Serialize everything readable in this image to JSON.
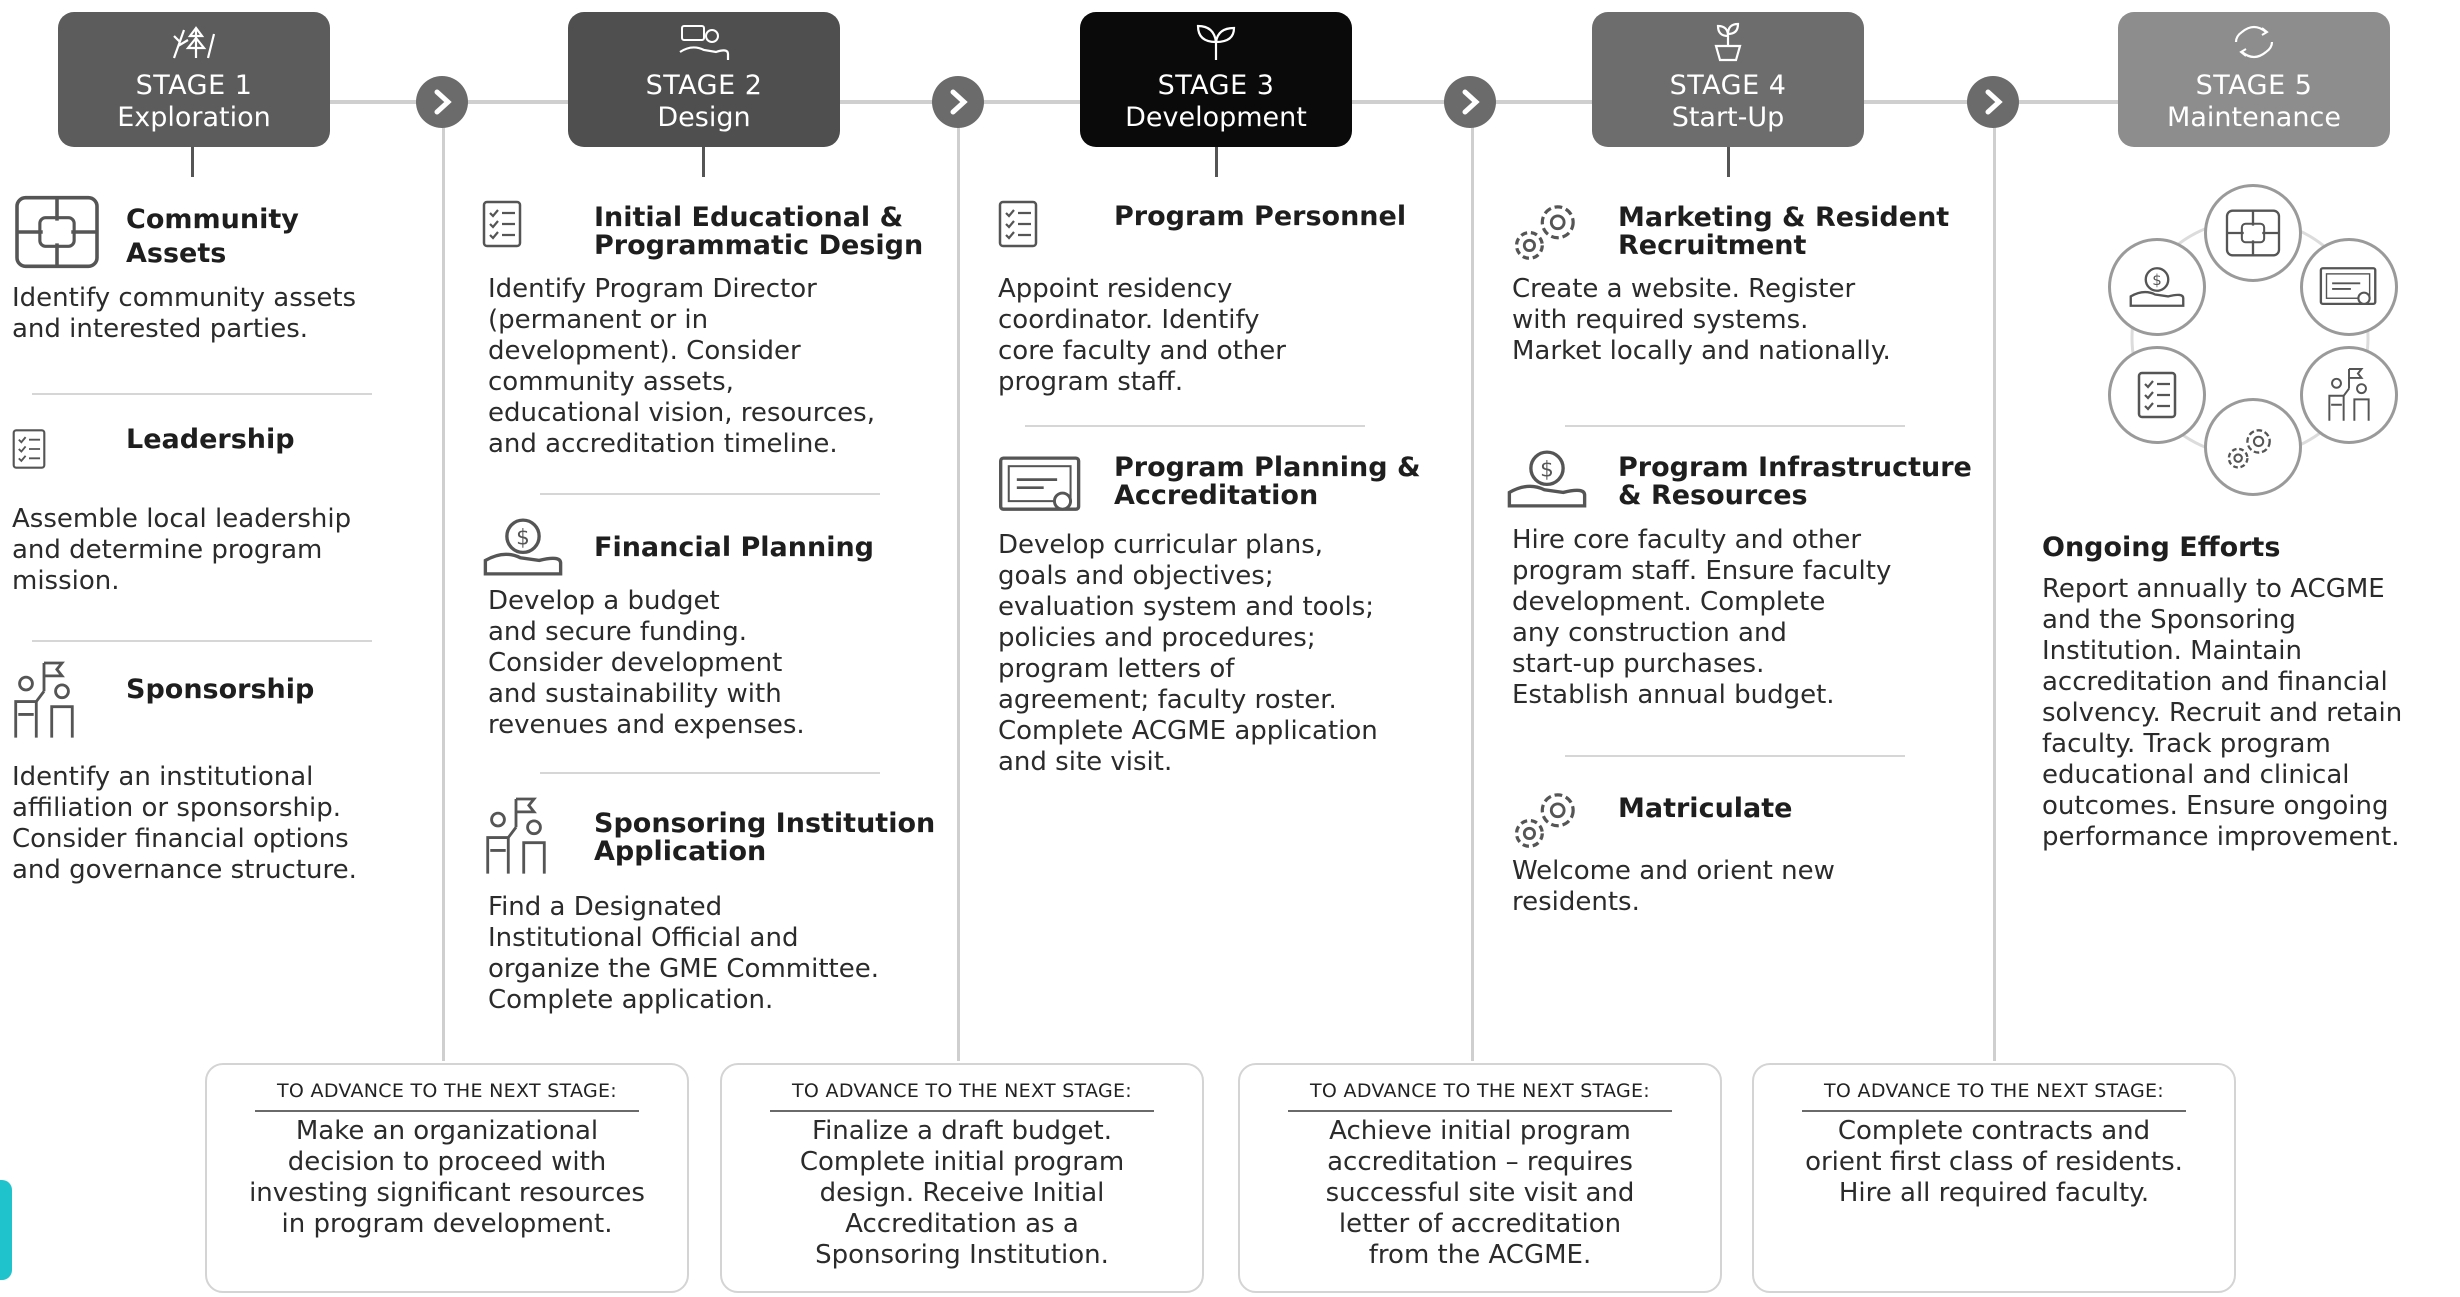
{
  "colors": {
    "stage1": "#5c5c5c",
    "stage2": "#4f4f4f",
    "stage3": "#0a0a0a",
    "stage4": "#6d6d6d",
    "stage5": "#8d8d8d",
    "connector": "#cfcfcf",
    "chevron": "#6b6b6b",
    "accent": "#1fc3cc"
  },
  "stages": [
    {
      "label": "STAGE 1",
      "name": "Exploration",
      "icon": "tree-icon"
    },
    {
      "label": "STAGE 2",
      "name": "Design",
      "icon": "hands-exchange-icon"
    },
    {
      "label": "STAGE 3",
      "name": "Development",
      "icon": "sprout-icon"
    },
    {
      "label": "STAGE 4",
      "name": "Start-Up",
      "icon": "potted-plant-icon"
    },
    {
      "label": "STAGE 5",
      "name": "Maintenance",
      "icon": "cycle-arrows-icon"
    }
  ],
  "col1": [
    {
      "title": "Community\nAssets",
      "icon": "community-hands-icon",
      "body": "Identify community assets\nand interested parties."
    },
    {
      "title": "Leadership",
      "icon": "checklist-icon",
      "body": "Assemble local leadership\nand determine program\nmission."
    },
    {
      "title": "Sponsorship",
      "icon": "flag-people-icon",
      "body": "Identify an institutional\naffiliation or sponsorship.\nConsider financial options\nand governance structure."
    }
  ],
  "col2": [
    {
      "title": "Initial Educational &\nProgrammatic Design",
      "icon": "checklist-icon",
      "body": "Identify Program Director\n(permanent or in\ndevelopment). Consider\ncommunity assets,\neducational vision, resources,\nand accreditation timeline."
    },
    {
      "title": "Financial Planning",
      "icon": "money-hand-icon",
      "body": "Develop a budget\nand secure funding.\nConsider development\nand sustainability with\nrevenues and expenses."
    },
    {
      "title": "Sponsoring Institution\nApplication",
      "icon": "flag-people-icon",
      "body": "Find a Designated\nInstitutional Official and\norganize the GME Committee.\nComplete application."
    }
  ],
  "col3": [
    {
      "title": "Program Personnel",
      "icon": "checklist-icon",
      "body": "Appoint residency\ncoordinator. Identify\ncore faculty and other\nprogram staff."
    },
    {
      "title": "Program Planning &\nAccreditation",
      "icon": "certificate-icon",
      "body": "Develop curricular plans,\ngoals and objectives;\nevaluation system and tools;\npolicies and procedures;\nprogram letters of\nagreement; faculty roster.\nComplete ACGME application\nand site visit."
    }
  ],
  "col4": [
    {
      "title": "Marketing & Resident\nRecruitment",
      "icon": "gears-icon",
      "body": "Create a website. Register\nwith required systems.\nMarket locally and nationally."
    },
    {
      "title": "Program Infrastructure\n& Resources",
      "icon": "money-hand-icon",
      "body": "Hire core faculty and other\nprogram staff. Ensure faculty\ndevelopment.  Complete\nany construction and\nstart-up purchases.\nEstablish annual budget."
    },
    {
      "title": "Matriculate",
      "icon": "gears-icon",
      "body": "Welcome and orient new\nresidents."
    }
  ],
  "col5": {
    "title": "Ongoing Efforts",
    "body": "Report annually to ACGME\nand the Sponsoring\nInstitution. Maintain\naccreditation and financial\nsolvency. Recruit and retain\nfaculty. Track program\neducational and clinical\noutcomes. Ensure ongoing\nperformance improvement.",
    "cycle_icons": [
      "community-hands-icon",
      "certificate-icon",
      "flag-people-icon",
      "gears-icon",
      "checklist-icon",
      "money-hand-icon"
    ]
  },
  "advance": [
    {
      "label": "TO ADVANCE TO THE NEXT STAGE:",
      "text": "Make an organizational\ndecision to proceed with\ninvesting significant resources\nin program development."
    },
    {
      "label": "TO ADVANCE TO THE NEXT STAGE:",
      "text": "Finalize a draft budget.\nComplete initial program\ndesign. Receive Initial\nAccreditation as a\nSponsoring Institution."
    },
    {
      "label": "TO ADVANCE TO THE NEXT STAGE:",
      "text": "Achieve initial program\naccreditation – requires\nsuccessful site visit and\nletter of accreditation\nfrom the ACGME."
    },
    {
      "label": "TO ADVANCE TO THE NEXT STAGE:",
      "text": "Complete contracts and\norient first class of residents.\nHire all required faculty."
    }
  ]
}
